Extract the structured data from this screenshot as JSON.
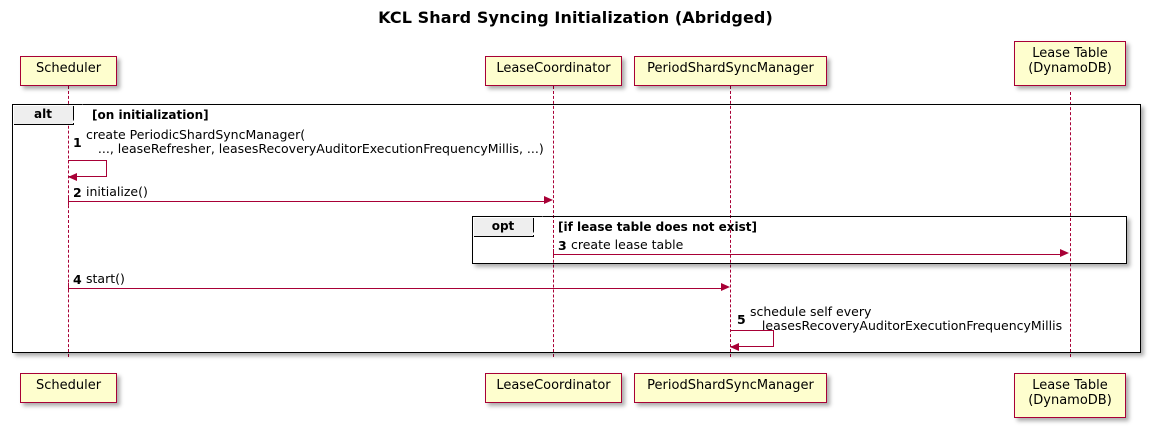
{
  "diagram": {
    "type": "sequence-diagram",
    "title": "KCL Shard Syncing Initialization (Abridged)",
    "colors": {
      "participant_fill": "#FEFECE",
      "participant_border": "#A80036",
      "arrow": "#A80036",
      "fragment_border": "#000000",
      "fragment_tab_fill": "#EEEEEE"
    }
  },
  "participants": [
    {
      "id": "scheduler",
      "label": "Scheduler"
    },
    {
      "id": "leasecoordinator",
      "label": "LeaseCoordinator"
    },
    {
      "id": "periodshardsyncmanager",
      "label": "PeriodShardSyncManager"
    },
    {
      "id": "leasetable",
      "label": "Lease Table\n(DynamoDB)"
    }
  ],
  "fragments": [
    {
      "id": "alt",
      "keyword": "alt",
      "condition": "[on initialization]"
    },
    {
      "id": "opt",
      "keyword": "opt",
      "condition": "[if lease table does not exist]"
    }
  ],
  "messages": [
    {
      "number": "1",
      "text": "create PeriodicShardSyncManager(\n   ..., leaseRefresher, leasesRecoveryAuditorExecutionFrequencyMillis, ...)",
      "from": "scheduler",
      "to": "scheduler",
      "self": true
    },
    {
      "number": "2",
      "text": "initialize()",
      "from": "scheduler",
      "to": "leasecoordinator",
      "self": false
    },
    {
      "number": "3",
      "text": "create lease table",
      "from": "leasecoordinator",
      "to": "leasetable",
      "self": false
    },
    {
      "number": "4",
      "text": "start()",
      "from": "scheduler",
      "to": "periodshardsyncmanager",
      "self": false
    },
    {
      "number": "5",
      "text": "schedule self every\n   leasesRecoveryAuditorExecutionFrequencyMillis",
      "from": "periodshardsyncmanager",
      "to": "periodshardsyncmanager",
      "self": true
    }
  ]
}
